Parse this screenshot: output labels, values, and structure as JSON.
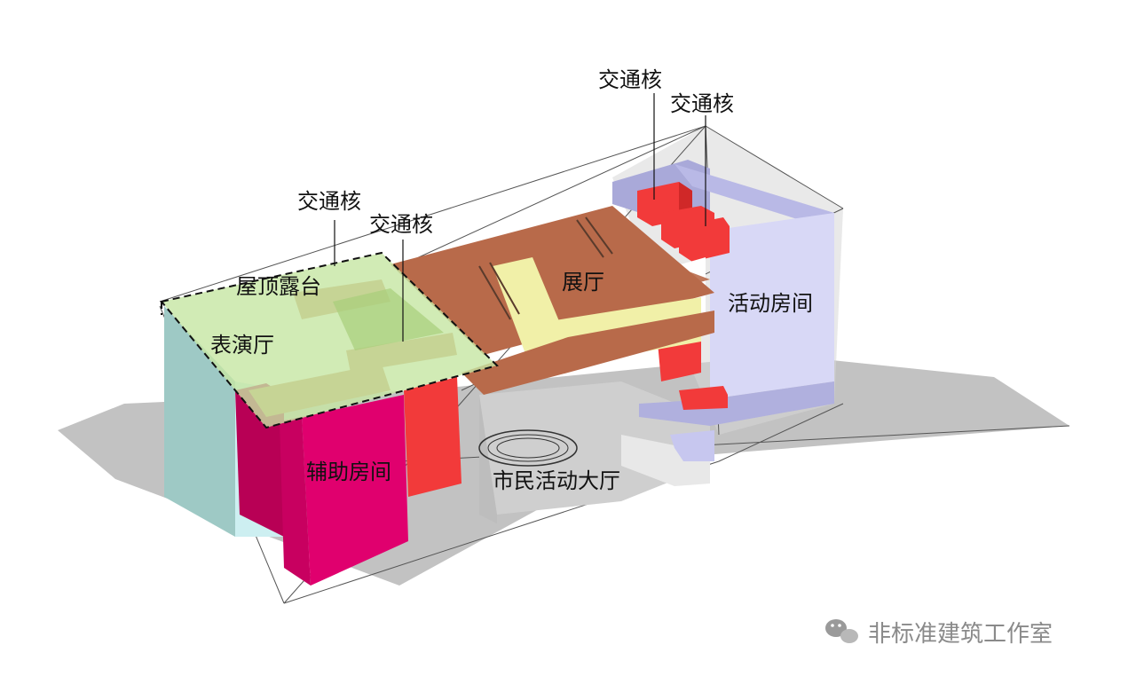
{
  "labels": {
    "core_1": "交通核",
    "core_2": "交通核",
    "core_3": "交通核",
    "core_4": "交通核",
    "roof_terrace": "屋顶露台",
    "theater": "表演厅",
    "exhibition": "展厅",
    "activity_rooms": "活动房间",
    "auxiliary_rooms": "辅助房间",
    "civic_hall": "市民活动大厅"
  },
  "watermark": {
    "text": "非标准建筑工作室",
    "icon": "wechat-icon"
  },
  "colors": {
    "ground": "#bdbdbd",
    "roof_terrace": "#c5e6a2",
    "exhibition": "#b86a4a",
    "yellow_volume": "#f1f0a8",
    "core": "#f23a3a",
    "auxiliary": "#e0006e",
    "teal_wall": "#9ec9c5",
    "activity": "#d8d8f6",
    "activity_side": "#a9a9d9",
    "civic_hall": "#c8c8c8"
  }
}
